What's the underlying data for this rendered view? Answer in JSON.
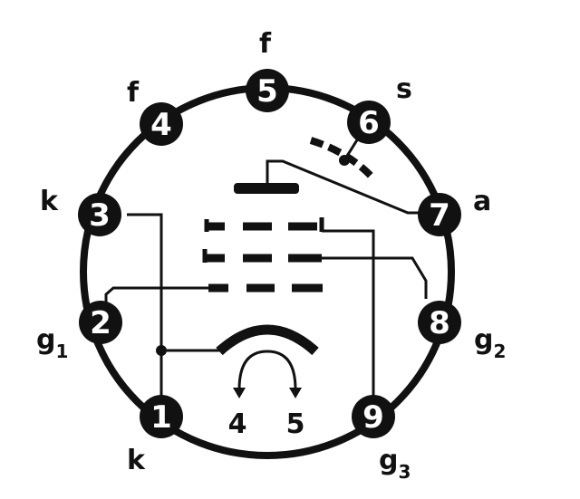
{
  "pins": [
    {
      "number": "1",
      "label": "k",
      "sub": ""
    },
    {
      "number": "2",
      "label": "g",
      "sub": "1"
    },
    {
      "number": "3",
      "label": "k",
      "sub": ""
    },
    {
      "number": "4",
      "label": "f",
      "sub": ""
    },
    {
      "number": "5",
      "label": "f",
      "sub": ""
    },
    {
      "number": "6",
      "label": "s",
      "sub": ""
    },
    {
      "number": "7",
      "label": "a",
      "sub": ""
    },
    {
      "number": "8",
      "label": "g",
      "sub": "2"
    },
    {
      "number": "9",
      "label": "g",
      "sub": "3"
    }
  ],
  "heater": {
    "left": "4",
    "right": "5"
  },
  "colors": {
    "ink": "#111111",
    "paper": "#ffffff"
  }
}
